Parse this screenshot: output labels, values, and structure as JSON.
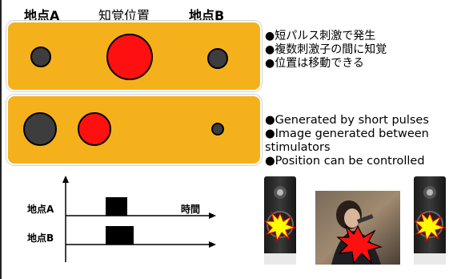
{
  "header": {
    "point_a": "地点A",
    "perceived_position": "知覚位置",
    "point_b": "地点B"
  },
  "description_jp": [
    "●短パルス刺激で発生",
    "●複数刺激子の間に知覚",
    "●位置は移動できる"
  ],
  "description_en": [
    "●Generated by short pulses",
    "●Image generated between",
    "stimulators",
    "●Position can be controlled"
  ],
  "timing_chart": {
    "time_label": "時間",
    "row_a_label": "地点A",
    "row_b_label": "地点B"
  },
  "colors": {
    "panel": "#f5b11c",
    "stimulus_dot": "#3d3d3d",
    "perceived_dot": "#ff1010",
    "burst": "#ffff00"
  },
  "icons": [
    "left-speaker-icon",
    "right-speaker-icon",
    "burst-icon",
    "singer-photo"
  ]
}
